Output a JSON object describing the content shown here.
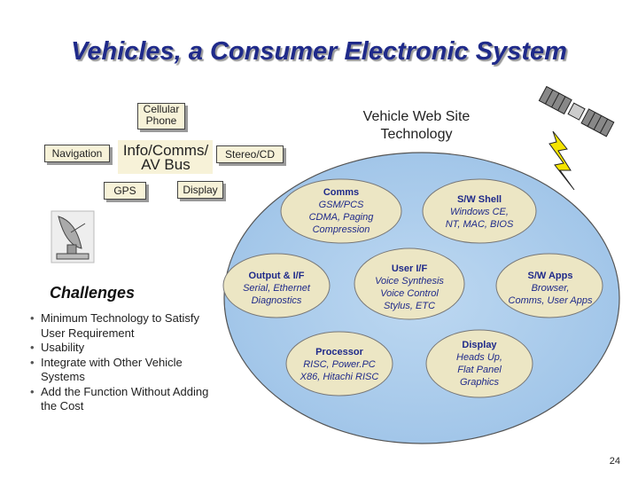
{
  "title": "Vehicles, a Consumer Electronic System",
  "hub": {
    "line1": "Info/Comms/",
    "line2": "AV Bus"
  },
  "satellites": {
    "cellular_line1": "Cellular",
    "cellular_line2": "Phone",
    "navigation": "Navigation",
    "stereo": "Stereo/CD",
    "gps": "GPS",
    "display": "Display"
  },
  "web_site": {
    "line1": "Vehicle Web Site",
    "line2": "Technology"
  },
  "challenges": {
    "title": "Challenges",
    "items": [
      "Minimum Technology to Satisfy User Requirement",
      "Usability",
      "Integrate with Other Vehicle Systems",
      "Add the Function Without Adding the Cost"
    ]
  },
  "nodes": {
    "comms": {
      "title": "Comms",
      "line1": "GSM/PCS",
      "line2": "CDMA, Paging",
      "line3": "Compression"
    },
    "sw_shell": {
      "title": "S/W Shell",
      "line1": "Windows CE,",
      "line2": "NT, MAC, BIOS"
    },
    "output": {
      "title": "Output & I/F",
      "line1": "Serial, Ethernet",
      "line2": "Diagnostics"
    },
    "user_if": {
      "title": "User I/F",
      "line1": "Voice Synthesis",
      "line2": "Voice Control",
      "line3": "Stylus, ETC"
    },
    "sw_apps": {
      "title": "S/W Apps",
      "line1": "Browser,",
      "line2": "Comms, User Apps"
    },
    "processor": {
      "title": "Processor",
      "line1": "RISC, Power.PC",
      "line2": "X86, Hitachi RISC"
    },
    "display": {
      "title": "Display",
      "line1": "Heads Up,",
      "line2": "Flat Panel",
      "line3": "Graphics"
    }
  },
  "colors": {
    "title": "#1f2a8a",
    "circle": "#a9cbea",
    "node": "#ece6c4",
    "box": "#f7f2d8"
  },
  "page_number": "24"
}
